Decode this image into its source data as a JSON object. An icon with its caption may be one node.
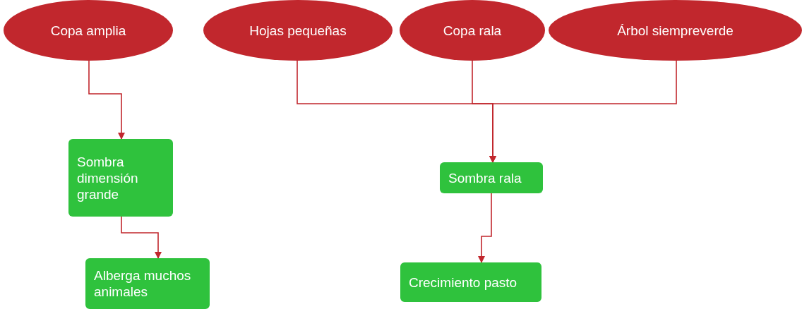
{
  "diagram": {
    "nodes": [
      {
        "text": [
          "Copa amplia"
        ]
      },
      {
        "text": [
          "Hojas pequeñas"
        ]
      },
      {
        "text": [
          "Copa rala"
        ]
      },
      {
        "text": [
          "Árbol siempreverde"
        ]
      },
      {
        "text": [
          "Sombra dimensión grande"
        ]
      },
      {
        "text": [
          "Alberga muchos animales"
        ]
      },
      {
        "text": [
          "Sombra rala"
        ]
      },
      {
        "text": [
          "Crecimiento pasto"
        ]
      }
    ],
    "edges": [
      {
        "from": 0,
        "to": 4,
        "arrow": "to"
      },
      {
        "from": 4,
        "to": 5,
        "arrow": "to"
      },
      {
        "from": 1,
        "to": 6,
        "arrow": "to"
      },
      {
        "from": 2,
        "to": 6,
        "arrow": "to"
      },
      {
        "from": 3,
        "to": 6,
        "arrow": "to"
      },
      {
        "from": 6,
        "to": 7,
        "arrow": "to"
      }
    ]
  }
}
